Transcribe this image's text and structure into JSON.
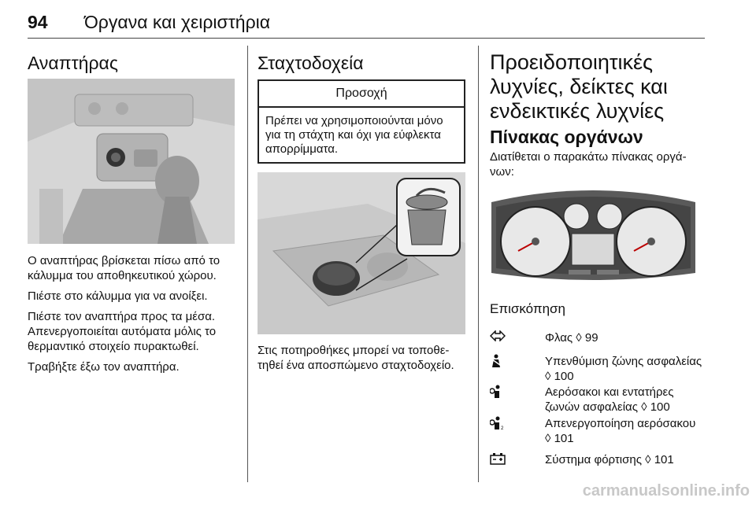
{
  "header": {
    "page_number": "94",
    "title": "Όργανα και χειριστήρια"
  },
  "col1": {
    "heading": "Αναπτήρας",
    "paragraphs": [
      "Ο αναπτήρας βρίσκεται πίσω από το κάλυμμα του αποθηκευτικού χώρου.",
      "Πιέστε στο κάλυμμα για να ανοίξει.",
      "Πιέστε τον αναπτήρα προς τα μέσα. Απενεργοποιείται αυτόματα μόλις το θερμαντικό στοιχείο πυρακτωθεί.",
      "Τραβήξτε έξω τον αναπτήρα."
    ]
  },
  "col2": {
    "heading": "Σταχτοδοχεία",
    "caution": {
      "title": "Προσοχή",
      "text": "Πρέπει να χρησιμοποιούνται μόνο για τη στάχτη και όχι για εύφλεκτα απορρίμματα."
    },
    "caption": "Στις ποτηροθήκες μπορεί να τοποθε­τηθεί ένα αποσπώμενο σταχτοδοχείο."
  },
  "col3": {
    "heading": "Προειδοποιητικές λυχνίες, δείκτες και ενδεικτικές λυχνίες",
    "subheading": "Πίνακας οργάνων",
    "intro": "Διατίθεται ο παρακάτω πίνακας οργά­νων:",
    "overview_title": "Επισκόπηση",
    "items": [
      {
        "icon": "turn-signal-icon",
        "text": "Φλας ◊ 99"
      },
      {
        "icon": "seatbelt-reminder-icon",
        "text": "Υπενθύμιση ζώνης ασφα­λείας ◊ 100"
      },
      {
        "icon": "airbag-icon",
        "text": "Αερόσακοι και εντατήρες ζωνών ασφαλείας ◊ 100"
      },
      {
        "icon": "airbag-off-icon",
        "text": "Απενεργοποίηση αερό­σακου ◊ 101"
      },
      {
        "icon": "battery-icon",
        "text": "Σύστημα φόρτισης ◊ 101"
      }
    ]
  },
  "watermark": "carmanualsonline.info"
}
